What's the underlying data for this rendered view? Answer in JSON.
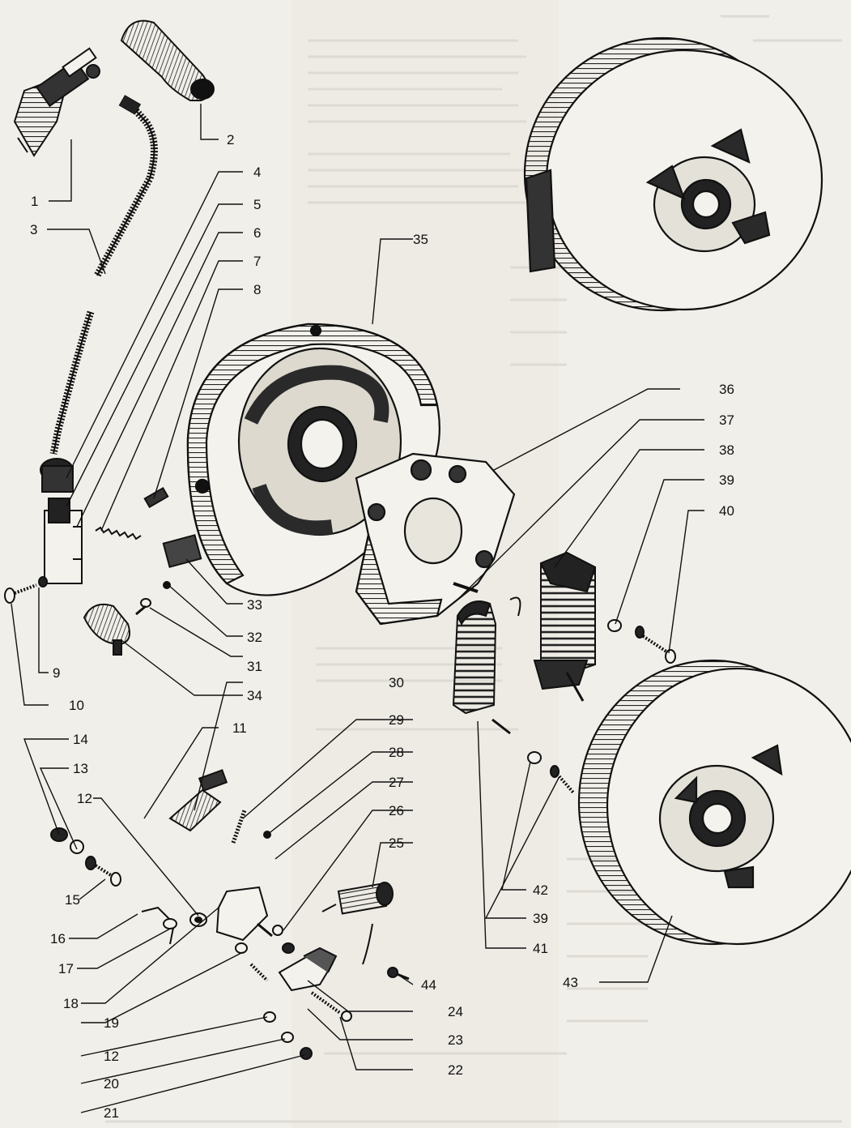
{
  "diagram": {
    "part_numbers": [
      "1",
      "2",
      "3",
      "4",
      "5",
      "6",
      "7",
      "8",
      "9",
      "10",
      "11",
      "12",
      "13",
      "14",
      "15",
      "16",
      "17",
      "18",
      "19",
      "12",
      "20",
      "21",
      "22",
      "23",
      "24",
      "25",
      "26",
      "27",
      "28",
      "29",
      "30",
      "31",
      "32",
      "33",
      "34",
      "35",
      "36",
      "37",
      "38",
      "39",
      "40",
      "41",
      "42",
      "39",
      "43",
      "44"
    ]
  }
}
